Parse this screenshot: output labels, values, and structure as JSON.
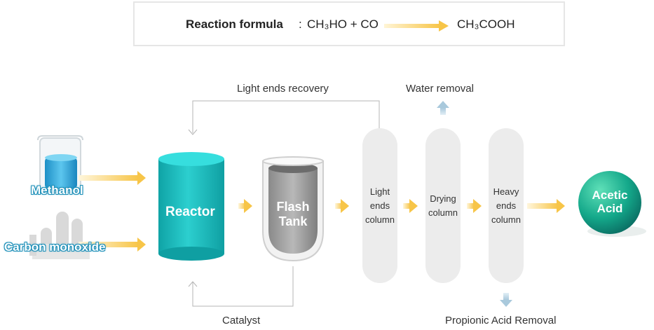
{
  "formula": {
    "title": "Reaction formula",
    "colon": ":",
    "reactants": "CH₃HO + CO",
    "product": "CH₃COOH"
  },
  "feeds": {
    "methanol": "Methanol",
    "carbon_monoxide": "Carbon monoxide"
  },
  "units": {
    "reactor": "Reactor",
    "flash_tank": [
      "Flash",
      "Tank"
    ],
    "light_ends_column": [
      "Light",
      "ends",
      "column"
    ],
    "drying_column": [
      "Drying",
      "column"
    ],
    "heavy_ends_column": [
      "Heavy",
      "ends",
      "column"
    ],
    "product": [
      "Acetic",
      "Acid"
    ]
  },
  "streams": {
    "light_ends_recovery": "Light ends recovery",
    "water_removal": "Water removal",
    "catalyst": "Catalyst",
    "propionic_acid_removal": "Propionic Acid Removal"
  },
  "colors": {
    "arrow": "#f7c548",
    "reactor": "#1bb5b5",
    "product": "#15a88a",
    "feed_blue": "#1d8fb8",
    "side_arrow": "#a9c9dc"
  }
}
